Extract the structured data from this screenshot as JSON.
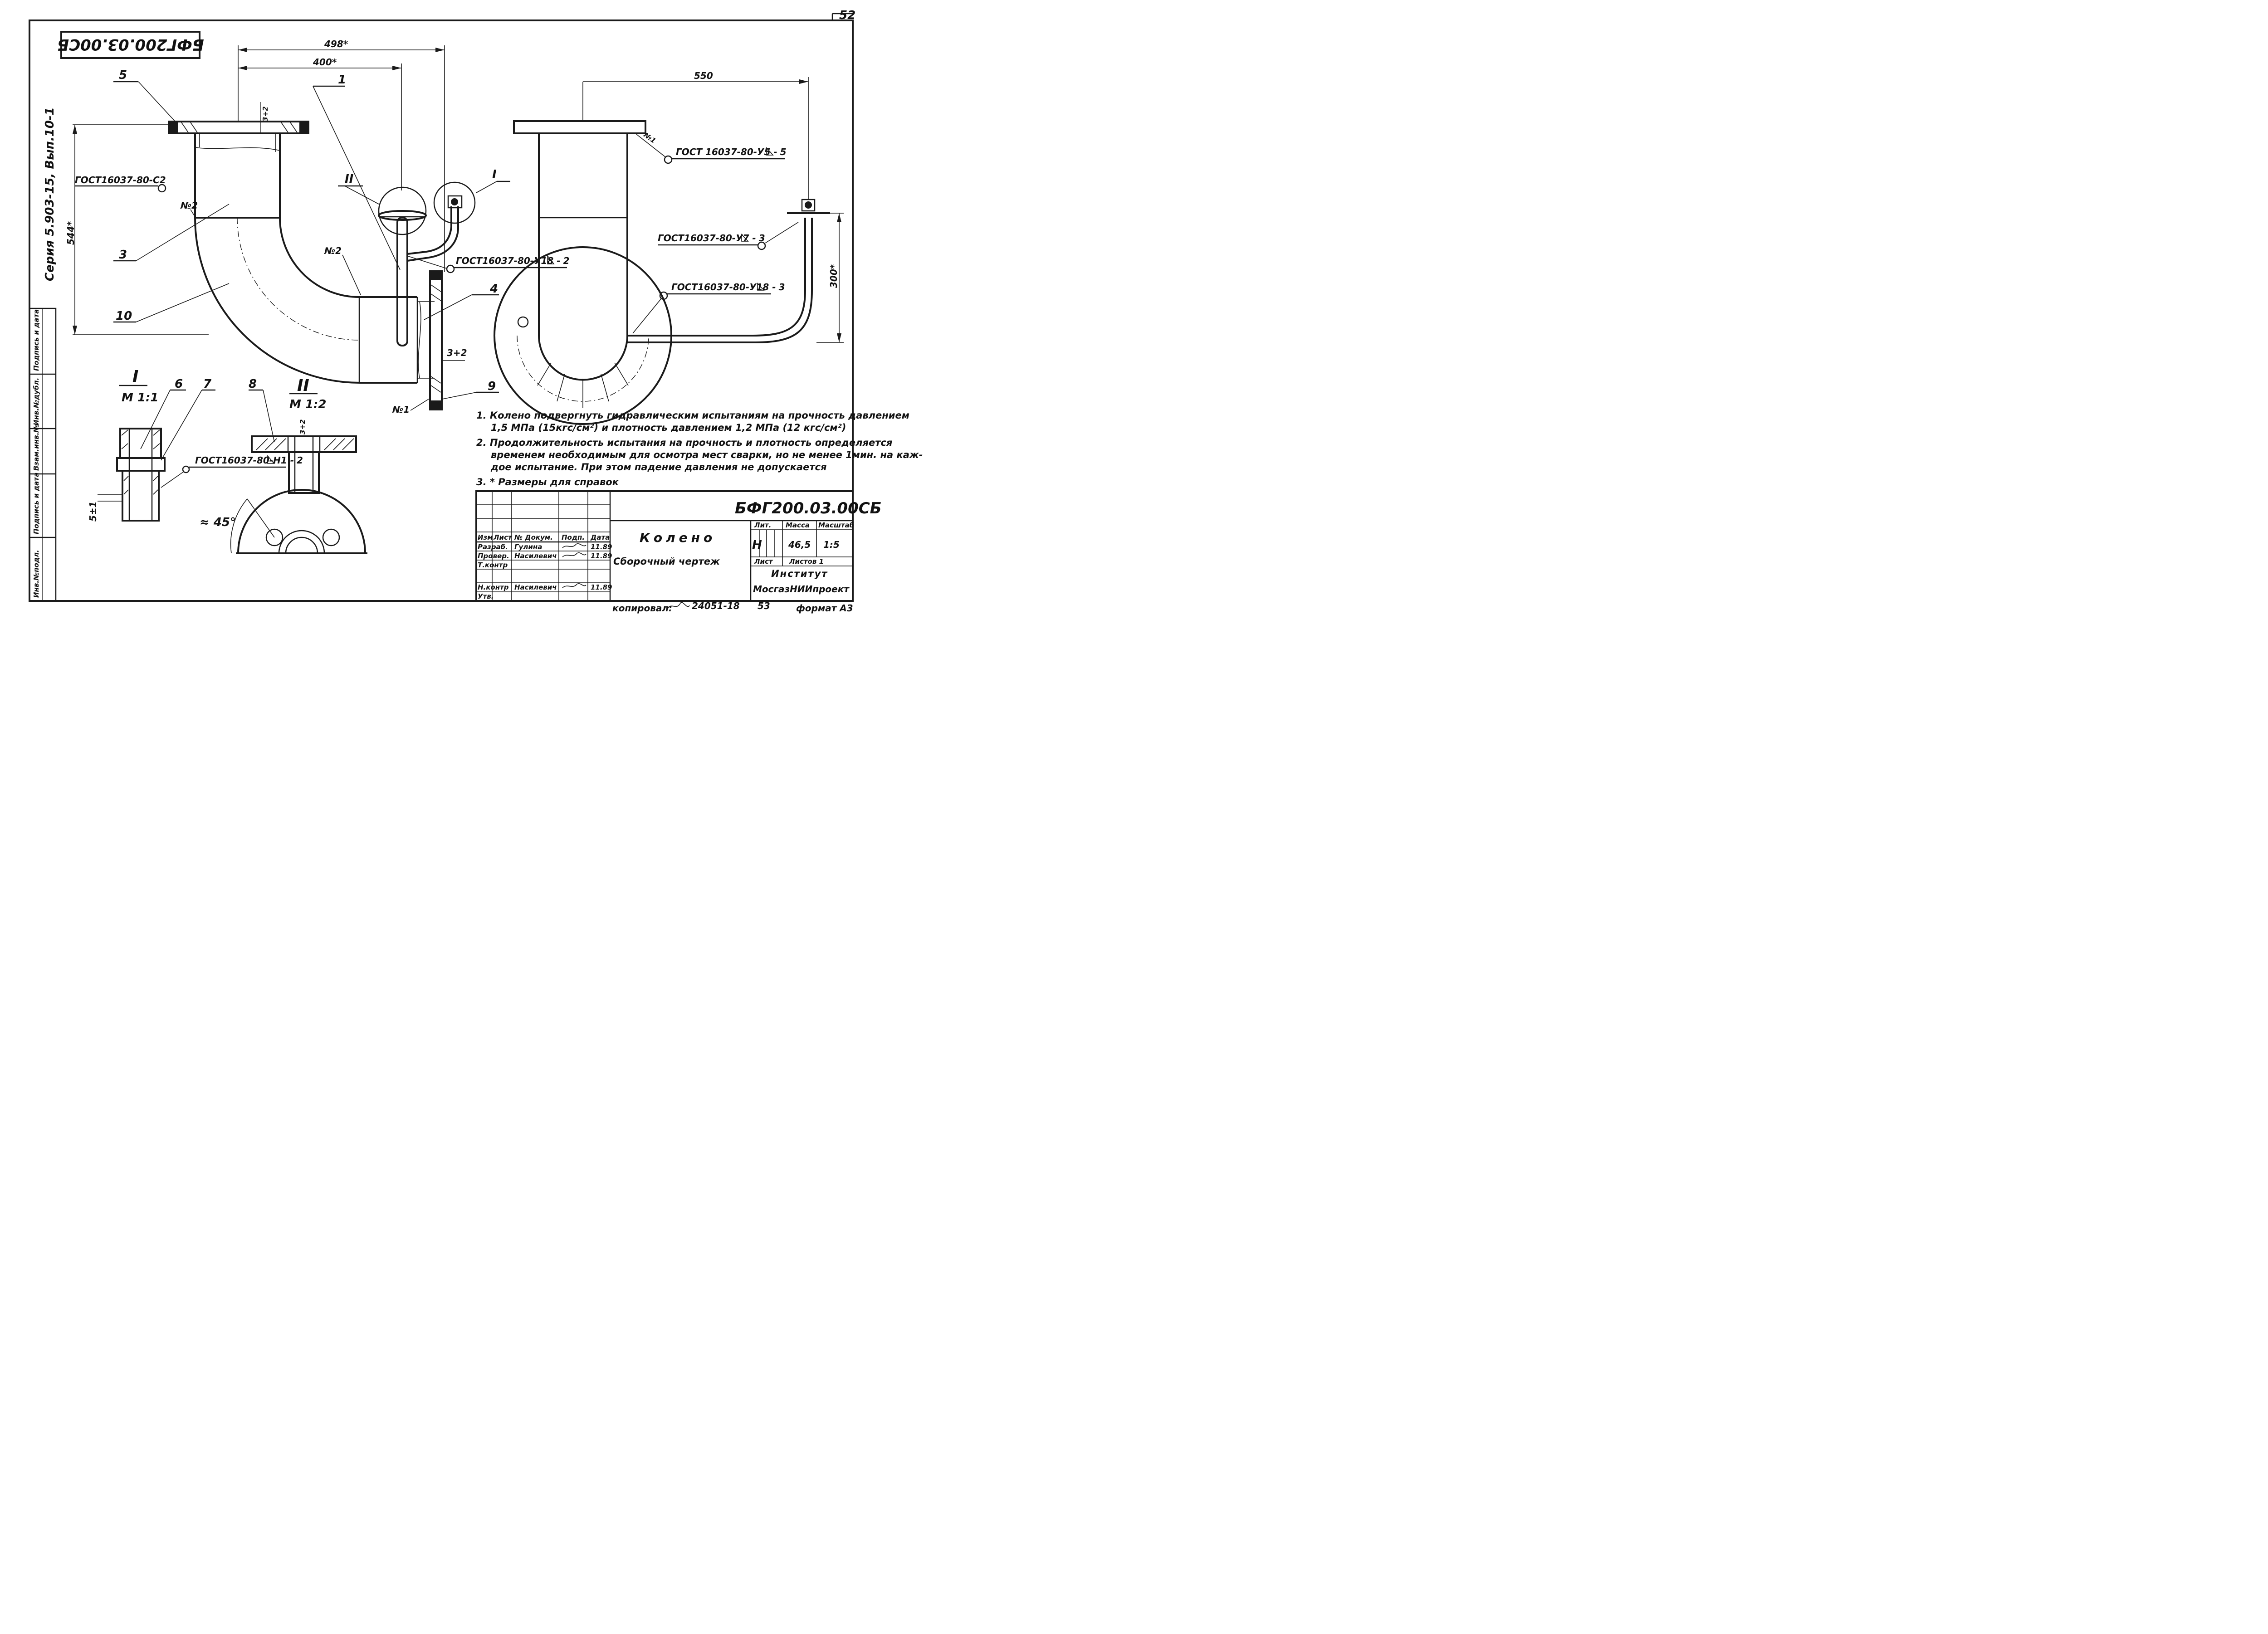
{
  "sheet": {
    "page_number": "52",
    "drawing_code_top": "БФГ200.03.00СБ",
    "series": "Серия 5.903-15, Вып.10-1"
  },
  "dimensions": {
    "d498": "498*",
    "d400": "400*",
    "d550": "550",
    "d544": "544*",
    "d300": "300*",
    "d3plus2_a": "3+2",
    "d3plus2_b": "3+2",
    "d3plus2_c": "3+2",
    "d5pm1": "5±1",
    "angle45": "≈ 45°"
  },
  "callouts": {
    "p1": "1",
    "p3": "3",
    "p4": "4",
    "p5": "5",
    "p6": "6",
    "p7": "7",
    "p8": "8",
    "p9": "9",
    "p10": "10",
    "view_I": "I",
    "view_II": "II",
    "n2_a": "№2",
    "n2_b": "№2",
    "n1_a": "№1",
    "n1_b": "№1"
  },
  "welds": {
    "w_c2": "ГОСТ16037-80-С2",
    "w_u18_left": "ГОСТ16037-80-У18 -",
    "w_u18_left_leg": "2",
    "w_u5": "ГОСТ 16037-80-У5 -",
    "w_u5_leg": "5",
    "w_u7": "ГОСТ16037-80-У7 -",
    "w_u7_leg": "3",
    "w_u18_right": "ГОСТ16037-80-У18 -",
    "w_u18_right_leg": "3",
    "w_n1": "ГОСТ16037-80-Н1 -",
    "w_n1_leg": "2"
  },
  "detail_views": {
    "I_title": "I",
    "I_scale": "М 1:1",
    "II_title": "II",
    "II_scale": "М 1:2"
  },
  "notes": [
    "1. Колено подвергнуть гидравлическим испытаниям на прочность давлением",
    "1,5 МПа (15кгс/см²) и плотность давлением 1,2 МПа (12 кгс/см²)",
    "2. Продолжительность испытания на прочность и плотность определяется",
    "временем необходимым для осмотра мест сварки, но не менее 1мин. на каж-",
    "дое испытание. При этом падение давления не допускается",
    "3. * Размеры для справок"
  ],
  "title_block": {
    "code": "БФГ200.03.00СБ",
    "name_line1": "Колено",
    "name_line2": "Сборочный чертеж",
    "col_headers": [
      "Изм",
      "Лист",
      "№ Докум.",
      "Подп.",
      "Дата"
    ],
    "rows": [
      {
        "role": "Разраб.",
        "name": "Гулина",
        "date": "11.89"
      },
      {
        "role": "Провер.",
        "name": "Насилевич",
        "date": "11.89"
      },
      {
        "role": "Т.контр",
        "name": "",
        "date": ""
      },
      {
        "role": "Н.контр",
        "name": "Насилевич",
        "date": "11.89"
      },
      {
        "role": "Утв.",
        "name": "",
        "date": ""
      }
    ],
    "lit_label": "Лит.",
    "mass_label": "Масса",
    "scale_label": "Масштаб",
    "lit_value": "Н",
    "mass_value": "46,5",
    "scale_value": "1:5",
    "sheet_label": "Лист",
    "sheets_label": "Листов 1",
    "org_line1": "Институт",
    "org_line2": "МосгазНИИпроект"
  },
  "side_strip": [
    "Инв.№подл.",
    "Подпись и дата",
    "Взам.инв.№",
    "Инв.№дубл.",
    "Подпись и дата"
  ],
  "footer": {
    "copied": "копировал:",
    "number": "24051-18",
    "page": "53",
    "format": "формат А3"
  }
}
